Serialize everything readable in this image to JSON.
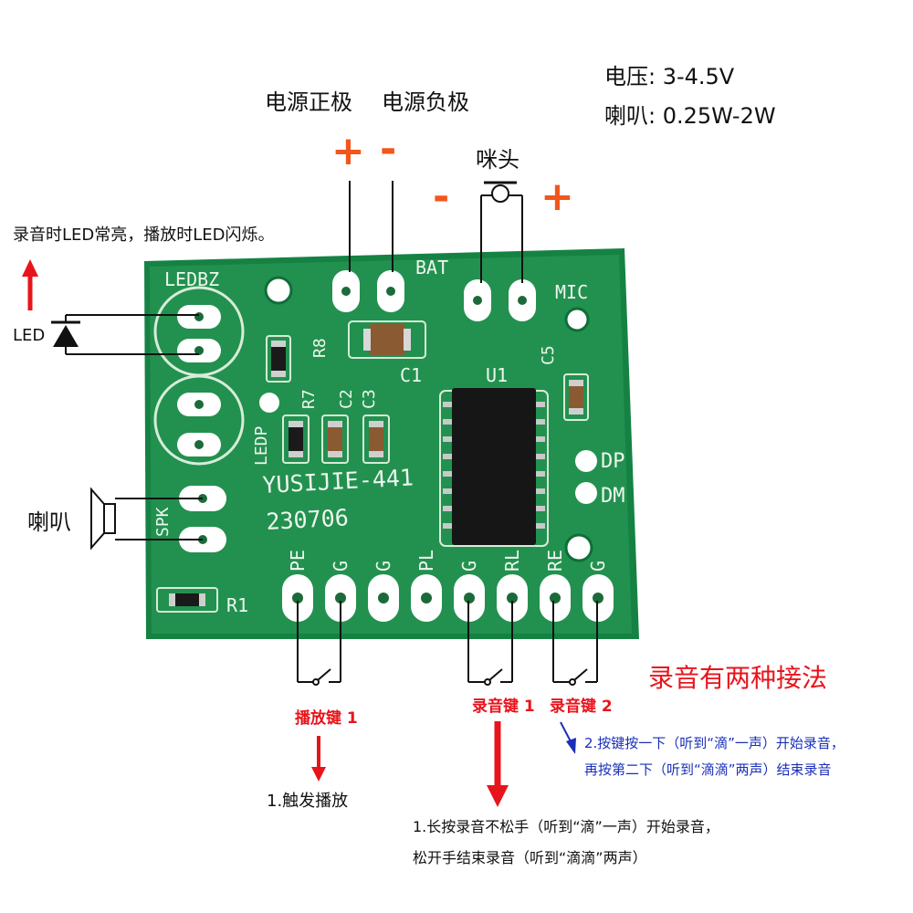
{
  "specs": {
    "voltage": "电压:  3-4.5V",
    "speaker_power": "喇叭:  0.25W-2W"
  },
  "power": {
    "positive_label": "电源正极",
    "negative_label": "电源负极",
    "plus_sign": "+",
    "minus_sign": "-"
  },
  "mic": {
    "label": "咪头",
    "minus_sign": "-",
    "plus_sign": "+"
  },
  "led": {
    "note": "录音时LED常亮，播放时LED闪烁。",
    "label": "LED"
  },
  "speaker": {
    "label": "喇叭"
  },
  "board": {
    "color": "#1f8a4c",
    "silk_ledbz": "LEDBZ",
    "silk_bat": "BAT",
    "silk_mic": "MIC",
    "silk_r8": "R8",
    "silk_r7": "R7",
    "silk_c2": "C2",
    "silk_c3": "C3",
    "silk_c1": "C1",
    "silk_u1": "U1",
    "silk_c5": "C5",
    "silk_ledp": "LEDP",
    "silk_dp": "DP",
    "silk_dm": "DM",
    "silk_spk": "SPK",
    "silk_model": "YUSIJIE-441",
    "silk_date": "230706",
    "silk_r1": "R1",
    "header_pins": [
      "PE",
      "G",
      "G",
      "PL",
      "G",
      "RL",
      "RE",
      "G"
    ]
  },
  "methods_title": "录音有两种接法",
  "play_key": {
    "label": "播放键 1",
    "desc": "1.触发播放"
  },
  "rec_key1": {
    "label": "录音键 1",
    "desc_line1": "1.长按录音不松手（听到“滴”一声）开始录音，",
    "desc_line2": "松开手结束录音（听到“滴滴”两声）"
  },
  "rec_key2": {
    "label": "录音键 2",
    "desc_line1": "2.按键按一下（听到“滴”一声）开始录音，",
    "desc_line2": "再按第二下（听到“滴滴”两声）结束录音"
  },
  "colors": {
    "red": "#e8141c",
    "orange": "#f2561d",
    "blue": "#1a2fb8",
    "black": "#111111"
  }
}
